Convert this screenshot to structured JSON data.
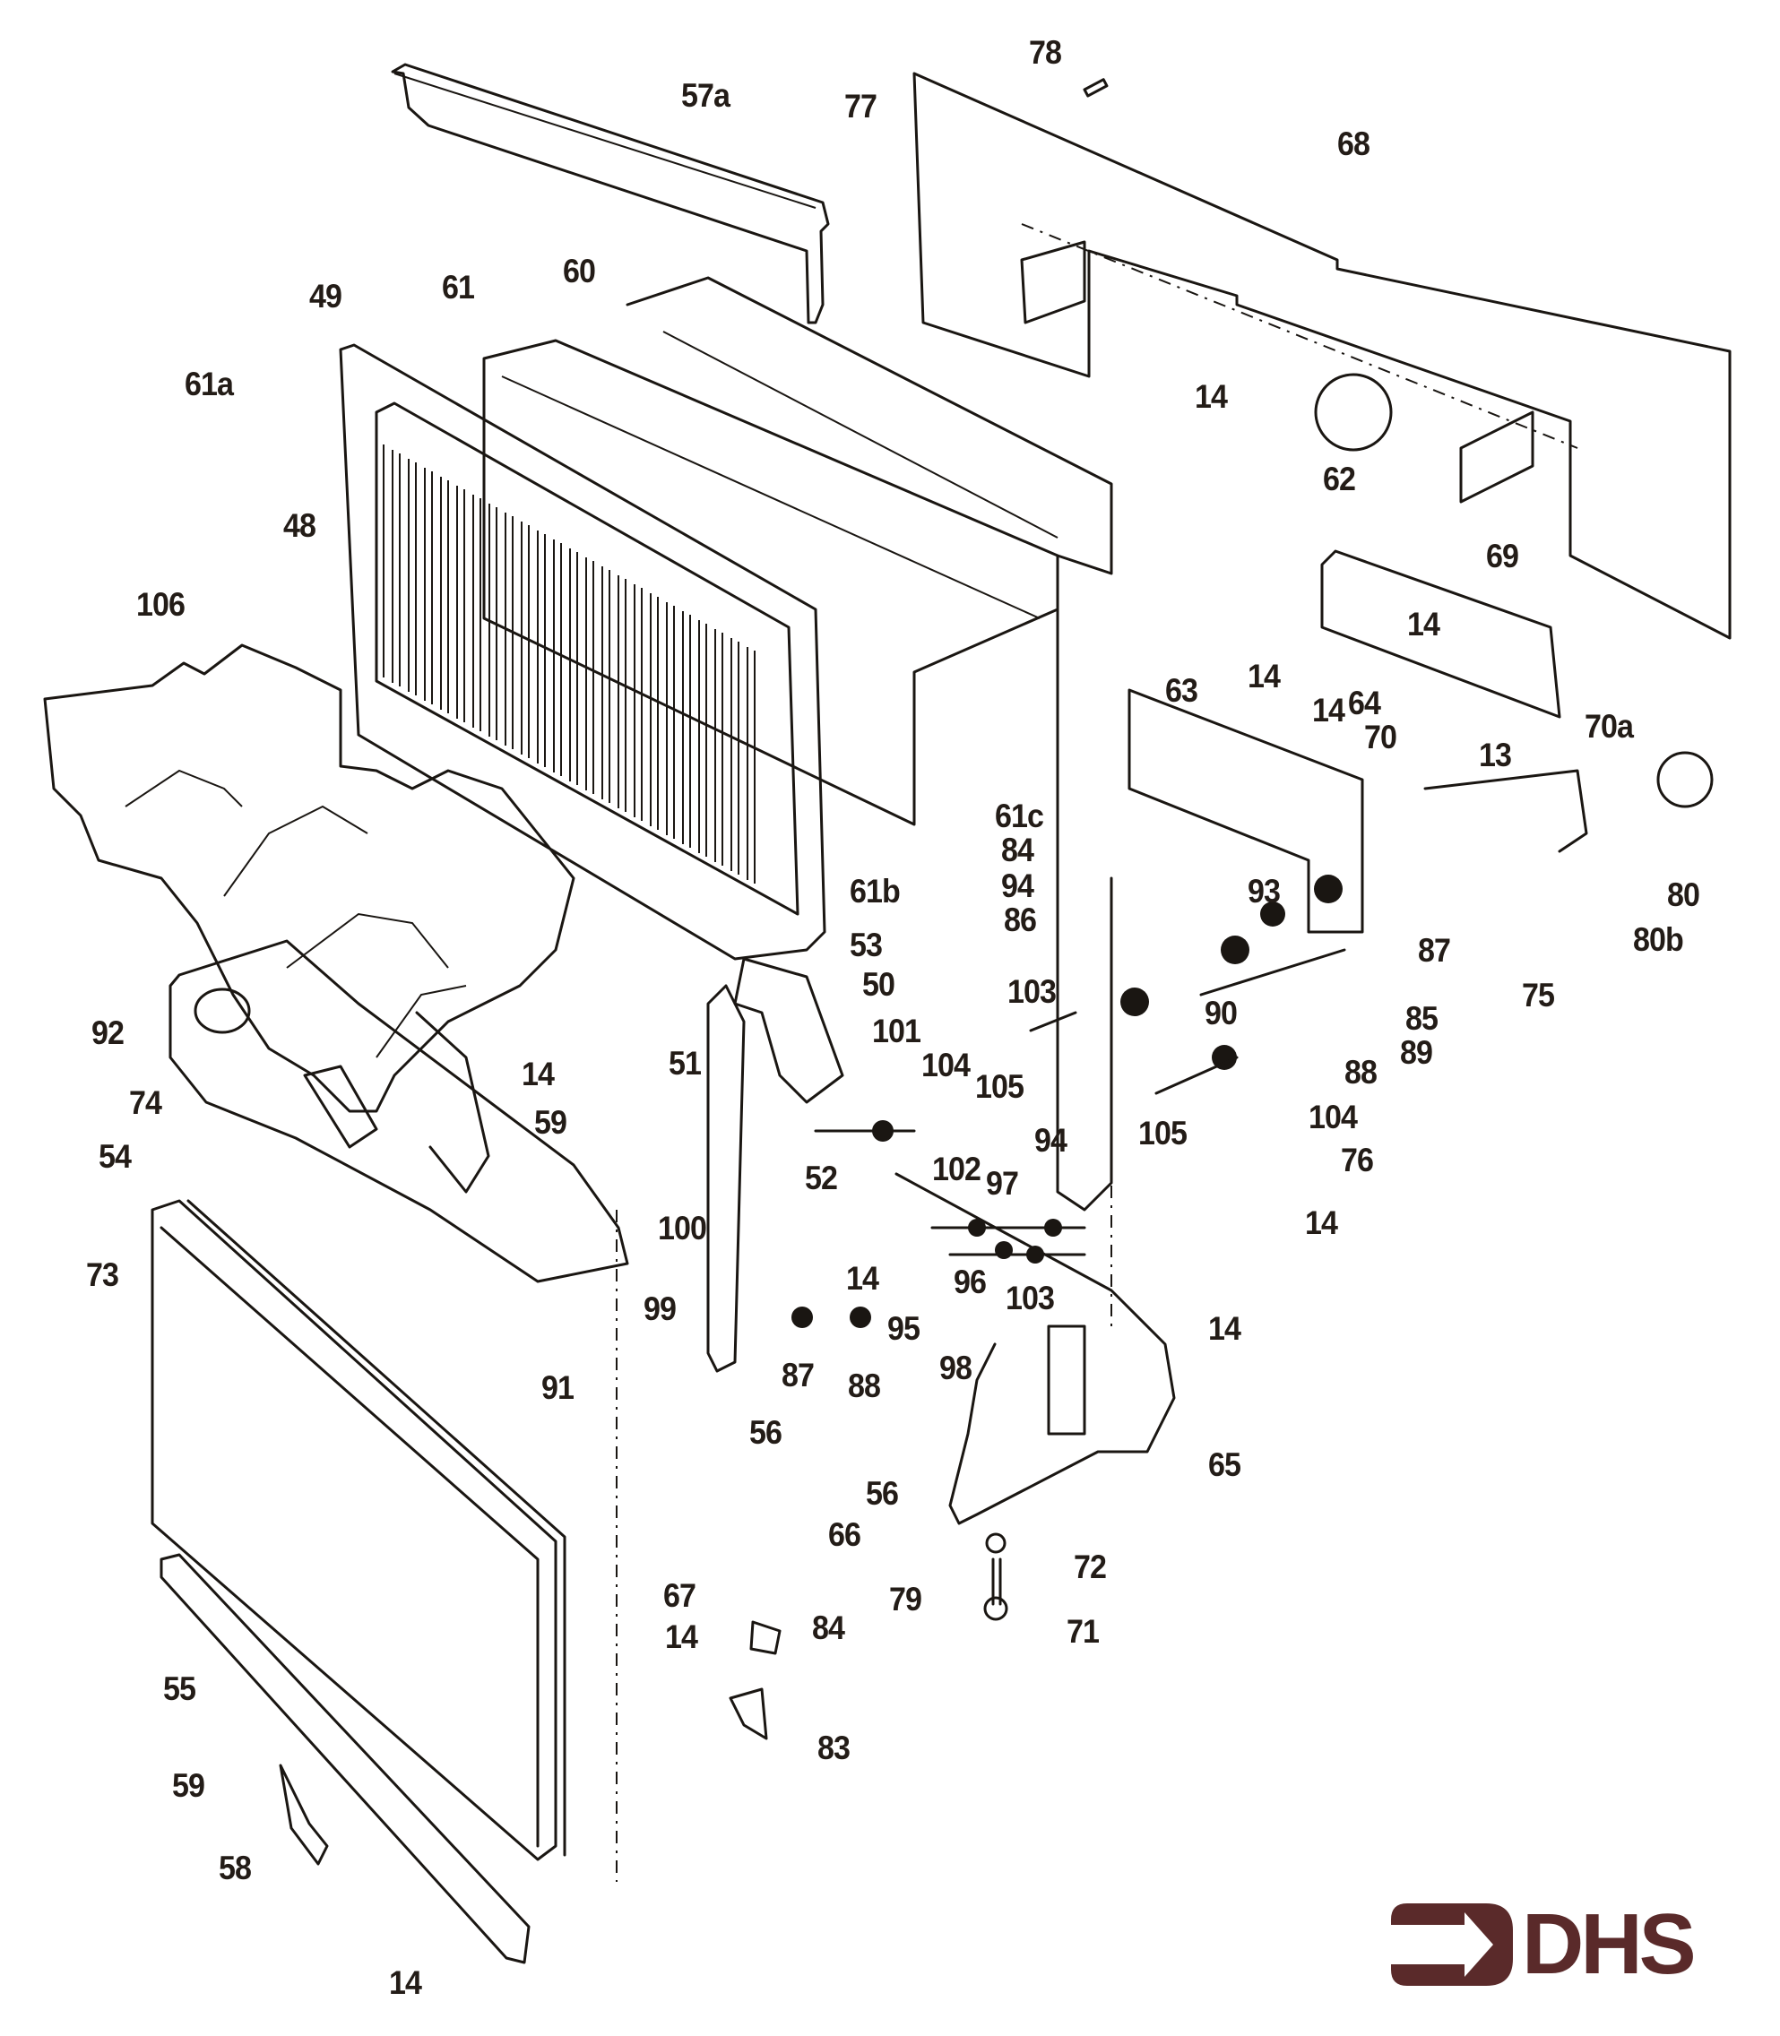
{
  "diagram": {
    "type": "exploded-parts-diagram",
    "subject": "gas fire appliance assembly",
    "callouts": [
      {
        "id": "c57a",
        "label": "57a"
      },
      {
        "id": "c77",
        "label": "77"
      },
      {
        "id": "c78",
        "label": "78"
      },
      {
        "id": "c68",
        "label": "68"
      },
      {
        "id": "c49",
        "label": "49"
      },
      {
        "id": "c61",
        "label": "61"
      },
      {
        "id": "c60",
        "label": "60"
      },
      {
        "id": "c61a",
        "label": "61a"
      },
      {
        "id": "c48",
        "label": "48"
      },
      {
        "id": "c106",
        "label": "106"
      },
      {
        "id": "c14a",
        "label": "14"
      },
      {
        "id": "c62",
        "label": "62"
      },
      {
        "id": "c69",
        "label": "69"
      },
      {
        "id": "c14b",
        "label": "14"
      },
      {
        "id": "c63",
        "label": "63"
      },
      {
        "id": "c14c",
        "label": "14"
      },
      {
        "id": "c14d",
        "label": "14"
      },
      {
        "id": "c64",
        "label": "64"
      },
      {
        "id": "c70",
        "label": "70"
      },
      {
        "id": "c70a",
        "label": "70a"
      },
      {
        "id": "c13",
        "label": "13"
      },
      {
        "id": "c61c",
        "label": "61c"
      },
      {
        "id": "c84a",
        "label": "84"
      },
      {
        "id": "c94a",
        "label": "94"
      },
      {
        "id": "c86",
        "label": "86"
      },
      {
        "id": "c61b",
        "label": "61b"
      },
      {
        "id": "c93",
        "label": "93"
      },
      {
        "id": "c80",
        "label": "80"
      },
      {
        "id": "c80b",
        "label": "80b"
      },
      {
        "id": "c87a",
        "label": "87"
      },
      {
        "id": "c75",
        "label": "75"
      },
      {
        "id": "c53",
        "label": "53"
      },
      {
        "id": "c50",
        "label": "50"
      },
      {
        "id": "c103a",
        "label": "103"
      },
      {
        "id": "c90",
        "label": "90"
      },
      {
        "id": "c85",
        "label": "85"
      },
      {
        "id": "c89",
        "label": "89"
      },
      {
        "id": "c88a",
        "label": "88"
      },
      {
        "id": "c92",
        "label": "92"
      },
      {
        "id": "c101",
        "label": "101"
      },
      {
        "id": "c104a",
        "label": "104"
      },
      {
        "id": "c105a",
        "label": "105"
      },
      {
        "id": "c74",
        "label": "74"
      },
      {
        "id": "c14e",
        "label": "14"
      },
      {
        "id": "c51",
        "label": "51"
      },
      {
        "id": "c59a",
        "label": "59"
      },
      {
        "id": "c105b",
        "label": "105"
      },
      {
        "id": "c104b",
        "label": "104"
      },
      {
        "id": "c76",
        "label": "76"
      },
      {
        "id": "c54",
        "label": "54"
      },
      {
        "id": "c94b",
        "label": "94"
      },
      {
        "id": "c52",
        "label": "52"
      },
      {
        "id": "c102",
        "label": "102"
      },
      {
        "id": "c97",
        "label": "97"
      },
      {
        "id": "c14f",
        "label": "14"
      },
      {
        "id": "c100",
        "label": "100"
      },
      {
        "id": "c73",
        "label": "73"
      },
      {
        "id": "c96",
        "label": "96"
      },
      {
        "id": "c14g",
        "label": "14"
      },
      {
        "id": "c103b",
        "label": "103"
      },
      {
        "id": "c99",
        "label": "99"
      },
      {
        "id": "c95",
        "label": "95"
      },
      {
        "id": "c14h",
        "label": "14"
      },
      {
        "id": "c87b",
        "label": "87"
      },
      {
        "id": "c98",
        "label": "98"
      },
      {
        "id": "c91",
        "label": "91"
      },
      {
        "id": "c88b",
        "label": "88"
      },
      {
        "id": "c56a",
        "label": "56"
      },
      {
        "id": "c65",
        "label": "65"
      },
      {
        "id": "c56b",
        "label": "56"
      },
      {
        "id": "c66",
        "label": "66"
      },
      {
        "id": "c72",
        "label": "72"
      },
      {
        "id": "c67",
        "label": "67"
      },
      {
        "id": "c79",
        "label": "79"
      },
      {
        "id": "c14i",
        "label": "14"
      },
      {
        "id": "c84b",
        "label": "84"
      },
      {
        "id": "c71",
        "label": "71"
      },
      {
        "id": "c55",
        "label": "55"
      },
      {
        "id": "c83",
        "label": "83"
      },
      {
        "id": "c59b",
        "label": "59"
      },
      {
        "id": "c58",
        "label": "58"
      },
      {
        "id": "c14j",
        "label": "14"
      }
    ]
  },
  "logo": {
    "text": "DHS",
    "icon": "arrow-into-bracket-icon",
    "color": "#5a2a2a"
  },
  "colors": {
    "ink": "#1a1612",
    "paper": "#ffffff"
  }
}
